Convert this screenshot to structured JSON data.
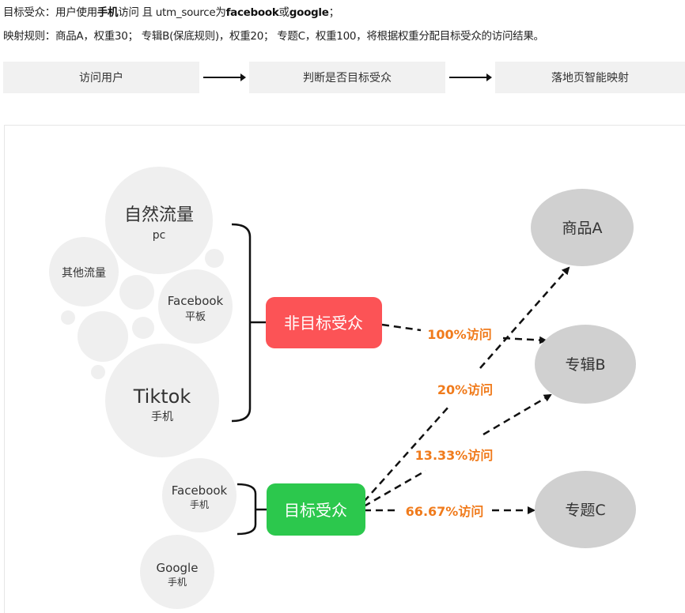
{
  "header": {
    "line1": {
      "prefix": "目标受众：用户使用",
      "bold1": "手机",
      "mid1": "访问 且 utm_source为",
      "bold2": "facebook",
      "mid2": "或",
      "bold3": "google",
      "suffix": "；"
    },
    "line2": "映射规则：商品A，权重30； 专辑B(保底规则)，权重20； 专题C，权重100，将根据权重分配目标受众的访问结果。"
  },
  "flow": {
    "steps": [
      "访问用户",
      "判断是否目标受众",
      "落地页智能映射"
    ]
  },
  "diagram": {
    "sources": {
      "natural": {
        "title": "自然流量",
        "sub": "pc"
      },
      "other": {
        "title": "其他流量"
      },
      "facebook_tablet": {
        "title": "Facebook",
        "sub": "平板"
      },
      "tiktok": {
        "title": "Tiktok",
        "sub": "手机"
      },
      "facebook_mobile": {
        "title": "Facebook",
        "sub": "手机"
      },
      "google_mobile": {
        "title": "Google",
        "sub": "手机"
      }
    },
    "non_target": {
      "label": "非目标受众",
      "color": "#fc5356"
    },
    "target": {
      "label": "目标受众",
      "color": "#2cc84d"
    },
    "destinations": {
      "a": "商品A",
      "b": "专辑B",
      "c": "专题C"
    },
    "edges": {
      "non_target_to_b": "100%访问",
      "target_to_a": "20%访问",
      "target_to_b": "13.33%访问",
      "target_to_c": "66.67%访问"
    },
    "colors": {
      "bubble": "#efefef",
      "destination": "#d0d0d0",
      "percent_text": "#f07b1c"
    }
  }
}
